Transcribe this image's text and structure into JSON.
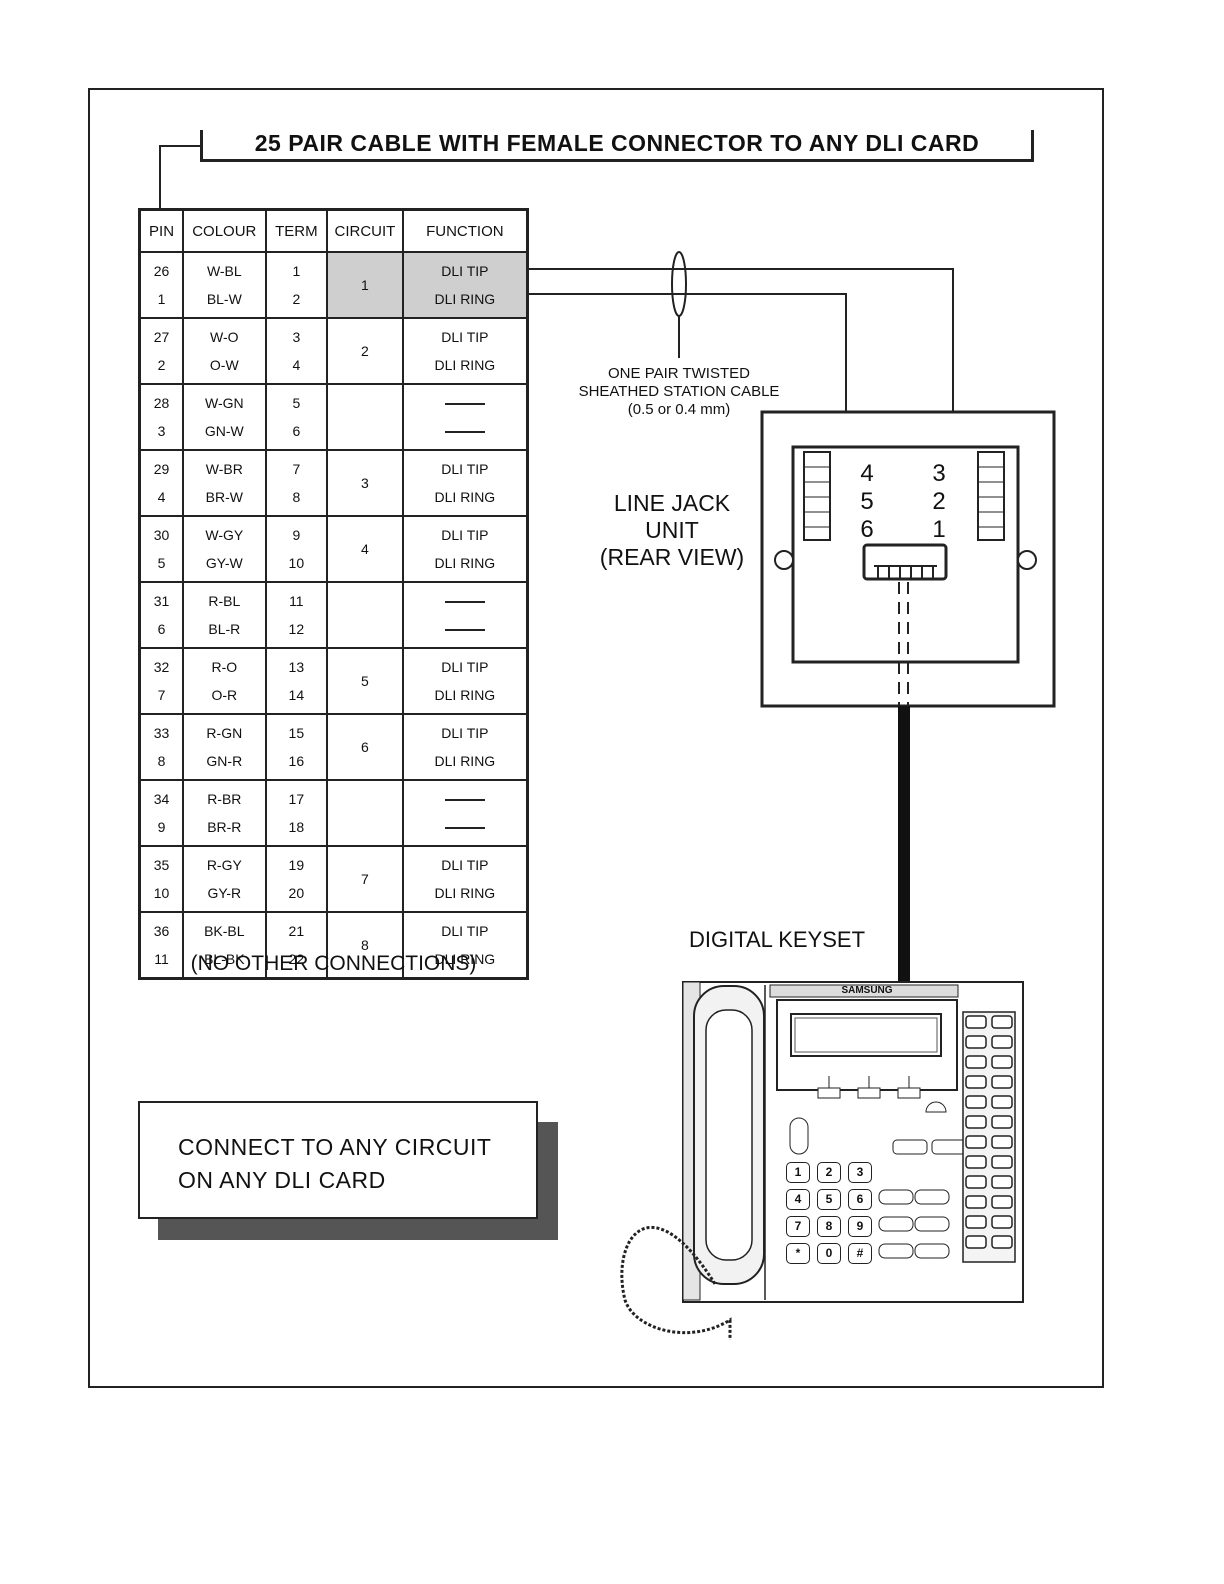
{
  "title": "25 PAIR CABLE WITH FEMALE CONNECTOR TO ANY DLI CARD",
  "table": {
    "headers": [
      "PIN",
      "COLOUR",
      "TERM",
      "CIRCUIT",
      "FUNCTION"
    ],
    "rows": [
      {
        "pins": [
          "26",
          "1"
        ],
        "colours": [
          "W-BL",
          "BL-W"
        ],
        "terms": [
          "1",
          "2"
        ],
        "circuit": "1",
        "functions": [
          "DLI TIP",
          "DLI RING"
        ],
        "highlighted": true
      },
      {
        "pins": [
          "27",
          "2"
        ],
        "colours": [
          "W-O",
          "O-W"
        ],
        "terms": [
          "3",
          "4"
        ],
        "circuit": "2",
        "functions": [
          "DLI TIP",
          "DLI RING"
        ]
      },
      {
        "pins": [
          "28",
          "3"
        ],
        "colours": [
          "W-GN",
          "GN-W"
        ],
        "terms": [
          "5",
          "6"
        ],
        "circuit": "",
        "functions": []
      },
      {
        "pins": [
          "29",
          "4"
        ],
        "colours": [
          "W-BR",
          "BR-W"
        ],
        "terms": [
          "7",
          "8"
        ],
        "circuit": "3",
        "functions": [
          "DLI TIP",
          "DLI RING"
        ]
      },
      {
        "pins": [
          "30",
          "5"
        ],
        "colours": [
          "W-GY",
          "GY-W"
        ],
        "terms": [
          "9",
          "10"
        ],
        "circuit": "4",
        "functions": [
          "DLI TIP",
          "DLI RING"
        ]
      },
      {
        "pins": [
          "31",
          "6"
        ],
        "colours": [
          "R-BL",
          "BL-R"
        ],
        "terms": [
          "11",
          "12"
        ],
        "circuit": "",
        "functions": []
      },
      {
        "pins": [
          "32",
          "7"
        ],
        "colours": [
          "R-O",
          "O-R"
        ],
        "terms": [
          "13",
          "14"
        ],
        "circuit": "5",
        "functions": [
          "DLI TIP",
          "DLI RING"
        ]
      },
      {
        "pins": [
          "33",
          "8"
        ],
        "colours": [
          "R-GN",
          "GN-R"
        ],
        "terms": [
          "15",
          "16"
        ],
        "circuit": "6",
        "functions": [
          "DLI TIP",
          "DLI RING"
        ]
      },
      {
        "pins": [
          "34",
          "9"
        ],
        "colours": [
          "R-BR",
          "BR-R"
        ],
        "terms": [
          "17",
          "18"
        ],
        "circuit": "",
        "functions": []
      },
      {
        "pins": [
          "35",
          "10"
        ],
        "colours": [
          "R-GY",
          "GY-R"
        ],
        "terms": [
          "19",
          "20"
        ],
        "circuit": "7",
        "functions": [
          "DLI TIP",
          "DLI RING"
        ]
      },
      {
        "pins": [
          "36",
          "11"
        ],
        "colours": [
          "BK-BL",
          "BL-BK"
        ],
        "terms": [
          "21",
          "22"
        ],
        "circuit": "8",
        "functions": [
          "DLI TIP",
          "DLI RING"
        ]
      }
    ]
  },
  "no_other_connections": "(NO OTHER CONNECTIONS)",
  "cable_label": [
    "ONE PAIR TWISTED",
    "SHEATHED STATION CABLE",
    "(0.5 or 0.4 mm)"
  ],
  "line_jack_label": [
    "LINE JACK",
    "UNIT",
    "(REAR VIEW)"
  ],
  "jack_numbers": {
    "left": [
      "4",
      "5",
      "6"
    ],
    "right": [
      "3",
      "2",
      "1"
    ]
  },
  "keyset_label": "DIGITAL KEYSET",
  "phone_brand": "SAMSUNG",
  "phone_keys": [
    "1",
    "2",
    "3",
    "4",
    "5",
    "6",
    "7",
    "8",
    "9",
    "*",
    "0",
    "#"
  ],
  "callout": [
    "CONNECT TO ANY CIRCUIT",
    "ON ANY DLI CARD"
  ],
  "colors": {
    "line": "#222222",
    "shade": "#cfcfcf",
    "shadow": "#555555"
  }
}
